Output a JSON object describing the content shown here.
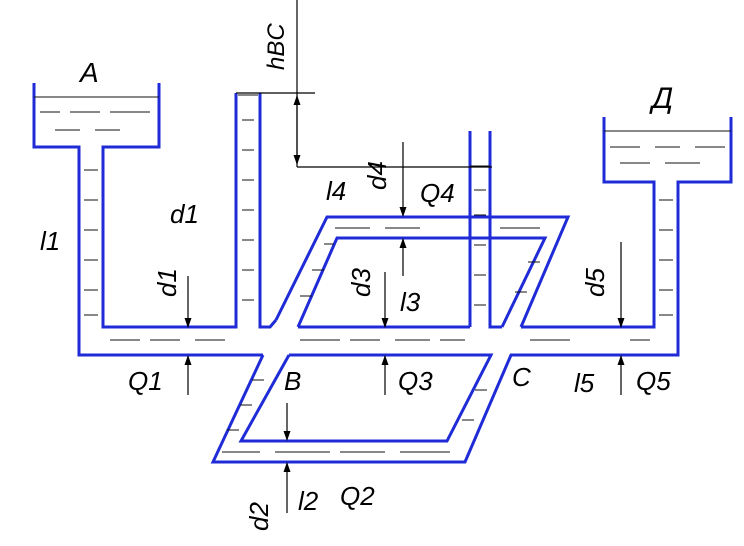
{
  "diagram": {
    "tanks": {
      "a": "A",
      "d": "Д"
    },
    "nodes": {
      "b": "B",
      "c": "C"
    },
    "lengths": {
      "l1": "l1",
      "l2": "l2",
      "l3": "l3",
      "l4": "l4",
      "l5": "l5"
    },
    "diameters": {
      "d1_upper": "d1",
      "d1": "d1",
      "d2": "d2",
      "d3": "d3",
      "d4": "d4",
      "d5": "d5"
    },
    "flows": {
      "q1": "Q1",
      "q2": "Q2",
      "q3": "Q3",
      "q4": "Q4",
      "q5": "Q5"
    },
    "head": "hBC"
  },
  "colors": {
    "pipe": "#1f2bd6",
    "ink": "#000000"
  }
}
